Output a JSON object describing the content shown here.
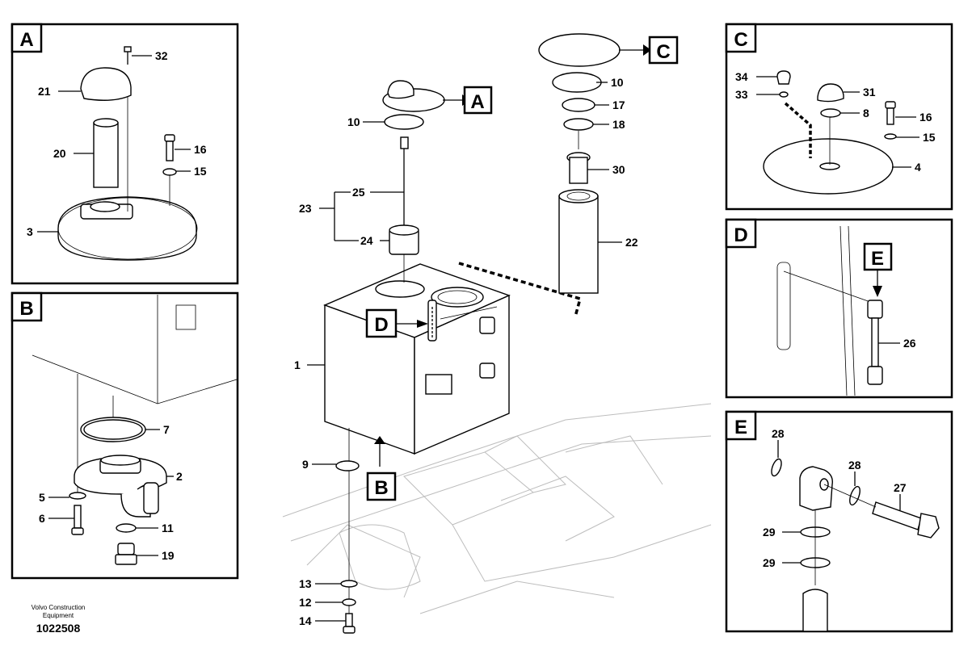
{
  "panels": {
    "A": {
      "tag": "A",
      "labels": [
        "32",
        "21",
        "20",
        "16",
        "15",
        "3"
      ]
    },
    "B": {
      "tag": "B",
      "labels": [
        "7",
        "2",
        "5",
        "6",
        "11",
        "19"
      ]
    },
    "C": {
      "tag": "C",
      "labels": [
        "34",
        "33",
        "31",
        "8",
        "16",
        "15",
        "4"
      ]
    },
    "D": {
      "tag": "D",
      "inner_tag": "E",
      "labels": [
        "26"
      ]
    },
    "E": {
      "tag": "E",
      "labels": [
        "28",
        "28",
        "27",
        "29",
        "29"
      ]
    }
  },
  "main": {
    "callouts": [
      "A",
      "C",
      "D",
      "B"
    ],
    "labels": [
      "10",
      "25",
      "23",
      "24",
      "1",
      "9",
      "13",
      "12",
      "14",
      "10",
      "17",
      "18",
      "30",
      "22"
    ]
  },
  "footer": {
    "company": "Volvo Construction Equipment",
    "code": "1022508"
  }
}
